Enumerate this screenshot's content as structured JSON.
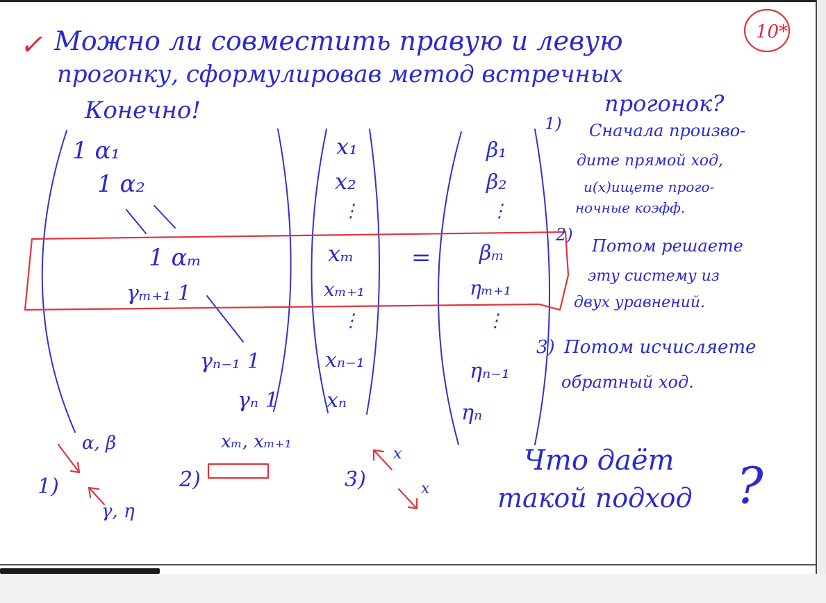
{
  "page_badge": "10*",
  "check_mark": "✓",
  "heading": {
    "line1": "Можно ли совместить правую и левую",
    "line2": "прогонку, сформулировав метод встречных",
    "line3": "прогонок?",
    "answer": "Конечно!"
  },
  "matrix": {
    "rows": [
      {
        "left": "1  α₁",
        "x": "x₁",
        "rhs": "β₁"
      },
      {
        "left": "1  α₂",
        "x": "x₂",
        "rhs": "β₂"
      },
      {
        "left": "",
        "x": "⋮",
        "rhs": "⋮"
      },
      {
        "left": "1  αₘ",
        "x": "xₘ",
        "rhs": "βₘ"
      },
      {
        "left": "γₘ₊₁  1",
        "x": "xₘ₊₁",
        "rhs": "ηₘ₊₁"
      },
      {
        "left": "",
        "x": "⋮",
        "rhs": "⋮"
      },
      {
        "left": "γₙ₋₁  1",
        "x": "xₙ₋₁",
        "rhs": "ηₙ₋₁"
      },
      {
        "left": "γₙ  1",
        "x": "xₙ",
        "rhs": "ηₙ"
      }
    ],
    "equals": "="
  },
  "steps": {
    "s1_num": "1)",
    "s1_lines": [
      "Сначала произво-",
      "дите прямой ход,",
      "и(х)ищете прого-",
      "ночные коэфф."
    ],
    "s2_num": "2)",
    "s2_lines": [
      "Потом решаете",
      "эту систему из",
      "двух уравнений."
    ],
    "s3_num": "3)",
    "s3_lines": [
      "Потом исчисляете",
      "обратный ход."
    ]
  },
  "bottom": {
    "b1_num": "1)",
    "b1_top": "α, β",
    "b1_bottom": "γ, η",
    "b2_num": "2)",
    "b2_label": "xₘ, xₘ₊₁",
    "b3_num": "3)",
    "b3_x1": "x",
    "b3_x2": "x"
  },
  "question": {
    "line1": "Что даёт",
    "line2": "такой подход",
    "mark": "?"
  }
}
